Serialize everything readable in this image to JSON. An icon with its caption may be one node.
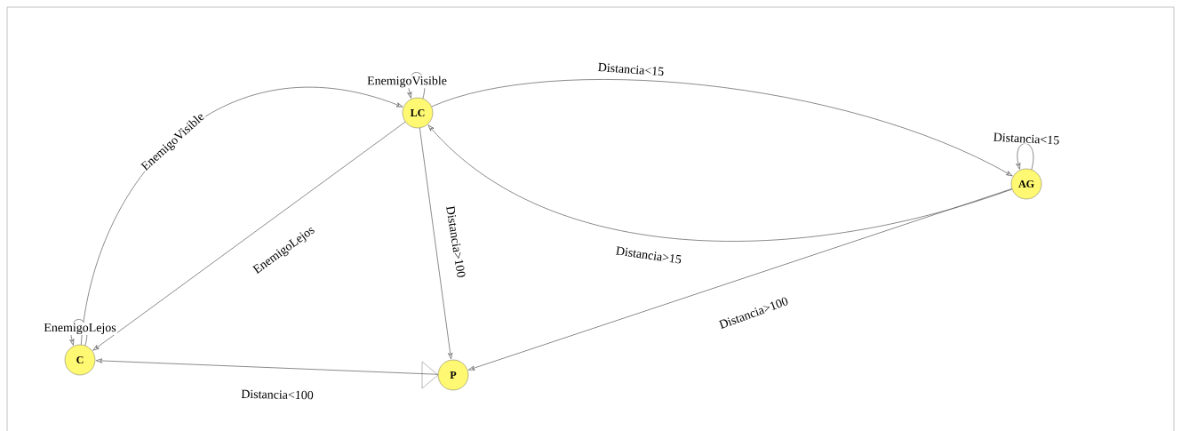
{
  "diagram": {
    "nodes": [
      {
        "text": [
          "LC"
        ]
      },
      {
        "text": [
          "AG"
        ]
      },
      {
        "text": [
          "C"
        ]
      },
      {
        "text": [
          "P"
        ]
      }
    ],
    "edges": [
      {
        "from": 2,
        "to": 2,
        "arrow": "to",
        "label": "EnemigoLejos"
      },
      {
        "from": 2,
        "to": 0,
        "arrow": "to",
        "label": "EnemigoVisible"
      },
      {
        "from": 0,
        "to": 2,
        "arrow": "to",
        "label": "EnemigoLejos"
      },
      {
        "from": 0,
        "to": 0,
        "arrow": "to",
        "label": "EnemigoVisible"
      },
      {
        "from": 0,
        "to": 1,
        "arrow": "to",
        "label": "Distancia<15"
      },
      {
        "from": 1,
        "to": 1,
        "arrow": "to",
        "label": "Distancia<15"
      },
      {
        "from": 1,
        "to": 0,
        "arrow": "to",
        "label": "Distancia>15"
      },
      {
        "from": 0,
        "to": 3,
        "arrow": "to",
        "label": "Distancia>100"
      },
      {
        "from": 1,
        "to": 3,
        "arrow": "to",
        "label": "Distancia>100"
      },
      {
        "from": 3,
        "to": 2,
        "arrow": "to",
        "label": "Distancia<100"
      }
    ]
  }
}
